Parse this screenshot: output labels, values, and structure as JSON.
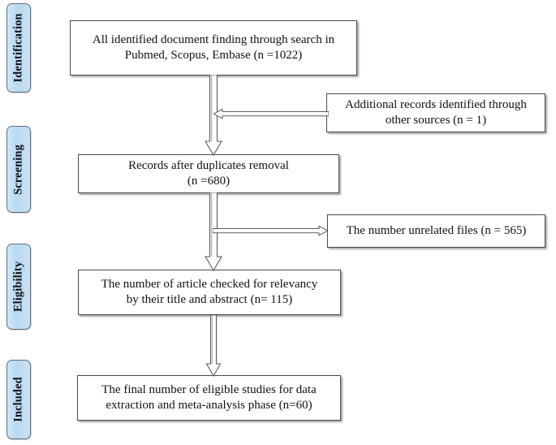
{
  "diagram": {
    "type": "prisma-flow-diagram",
    "title": "PRISMA study selection flow diagram",
    "colors": {
      "stage_label_fill": "#bdddf2",
      "stage_label_border": "#5c6f80",
      "box_fill": "#ffffff",
      "box_border": "#4a4a4a",
      "arrow_stroke": "#555555",
      "arrow_fill": "#ffffff",
      "text": "#111111",
      "background": "#ffffff"
    }
  },
  "stages": [
    {
      "id": "identification",
      "label": "Identification"
    },
    {
      "id": "screening",
      "label": "Screening"
    },
    {
      "id": "eligibility",
      "label": "Eligibility"
    },
    {
      "id": "included",
      "label": "Included"
    }
  ],
  "nodes": [
    {
      "id": "records-identified",
      "text": "All identified document finding through search in\nPubmed, Scopus, Embase (n =1022)",
      "count": 1022
    },
    {
      "id": "additional-records",
      "text": "Additional records identified through\nother sources (n = 1)",
      "count": 1
    },
    {
      "id": "records-after-duplicates",
      "text": "Records after duplicates removal\n(n =680)",
      "count": 680
    },
    {
      "id": "unrelated-files-excluded",
      "text": "The number unrelated files (n = 565)",
      "count": 565
    },
    {
      "id": "articles-screened",
      "text": "The number of article checked for relevancy\nby their title and abstract (n= 115)",
      "count": 115
    },
    {
      "id": "studies-included",
      "text": "The final number of eligible studies for data\nextraction and meta-analysis phase (n=60)",
      "count": 60
    }
  ],
  "connectors": [
    {
      "id": "arrow-identified-to-duplicates",
      "kind": "block-arrow-down"
    },
    {
      "id": "arrow-additional-to-main",
      "kind": "line-arrow-left"
    },
    {
      "id": "arrow-duplicates-to-screened",
      "kind": "block-arrow-down"
    },
    {
      "id": "arrow-main-to-unrelated",
      "kind": "line-arrow-right"
    },
    {
      "id": "arrow-screened-to-included",
      "kind": "block-arrow-down"
    }
  ]
}
